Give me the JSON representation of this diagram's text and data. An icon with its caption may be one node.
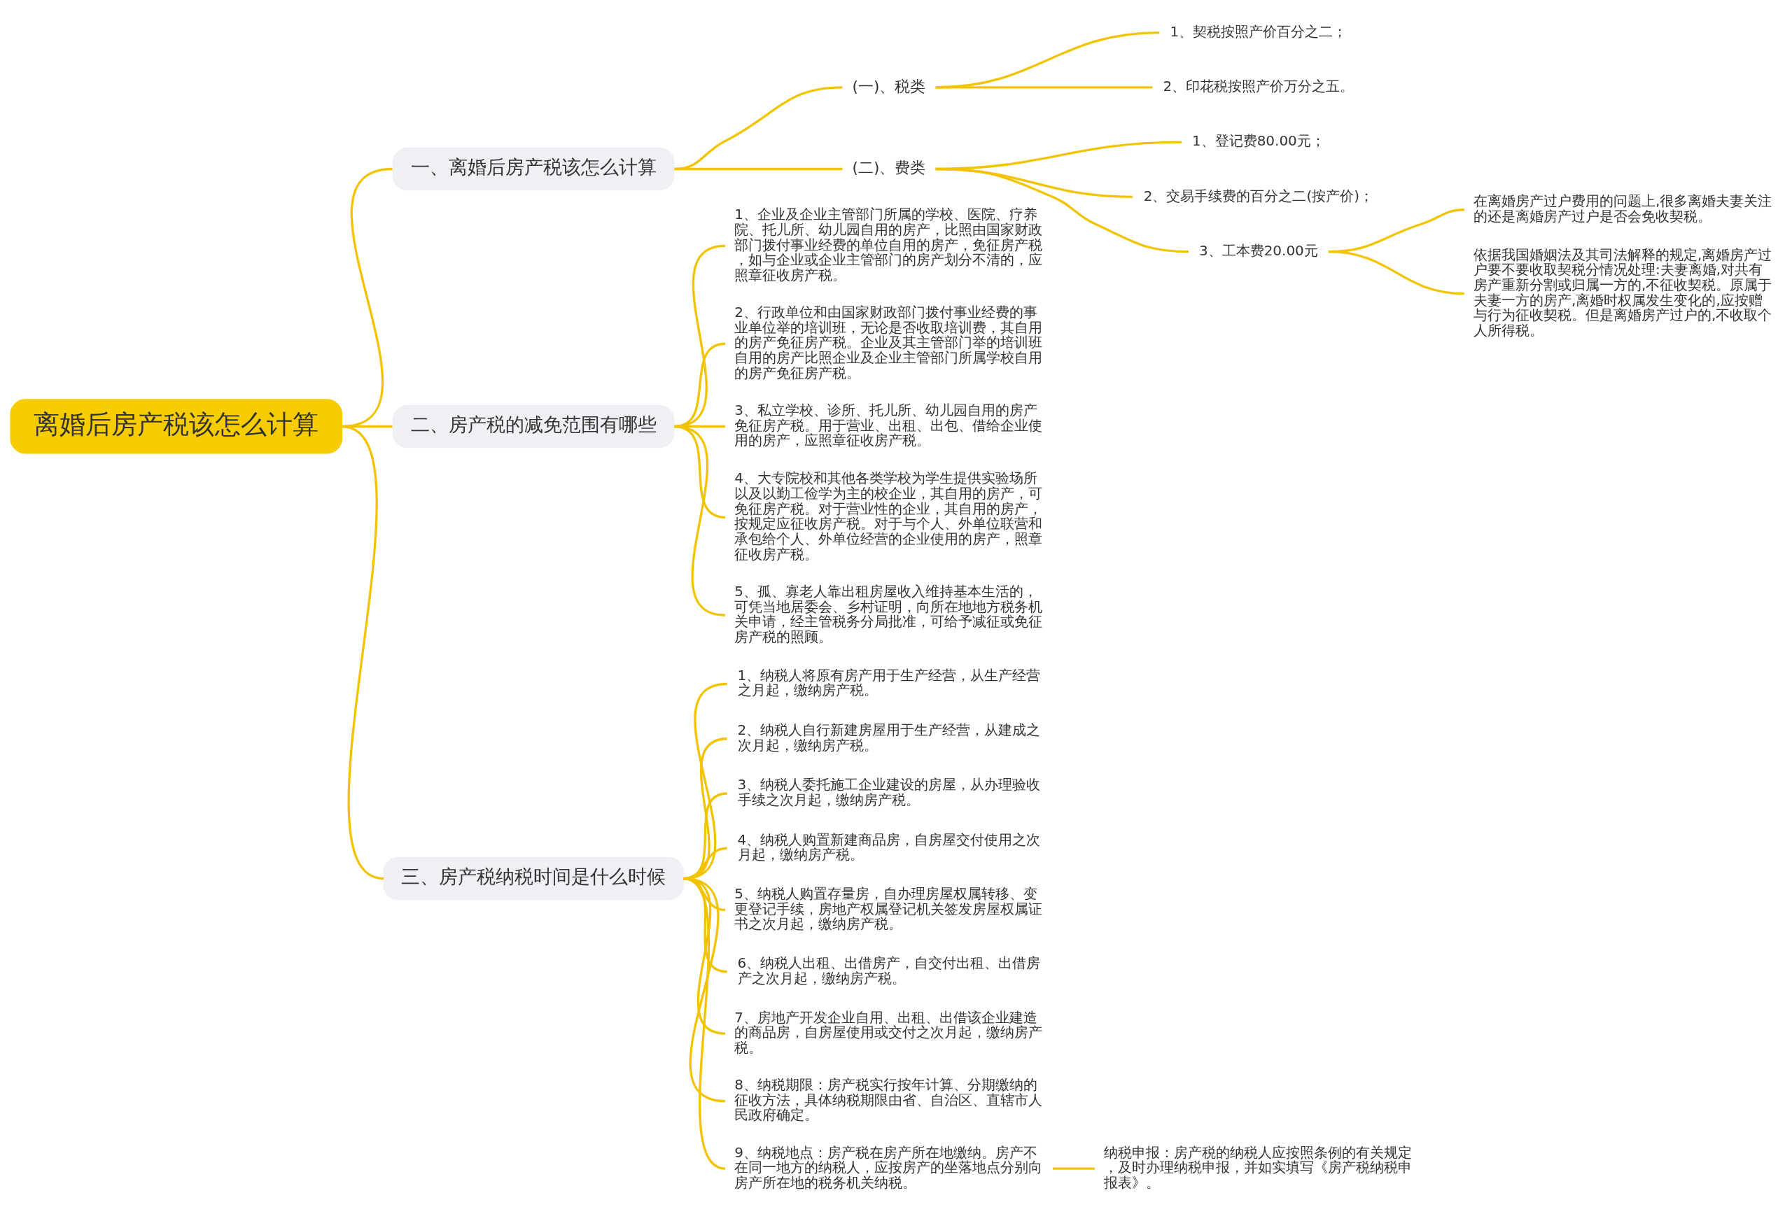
{
  "diagram": {
    "nodes": [
      {
        "text": [
          "离婚后房产税该怎么计算"
        ]
      },
      {
        "text": [
          "一、离婚后房产税该怎么计算"
        ]
      },
      {
        "text": [
          "(一)、税类"
        ]
      },
      {
        "text": [
          "1、契税按照产价百分之二；"
        ]
      },
      {
        "text": [
          "2、印花税按照产价万分之五。"
        ]
      },
      {
        "text": [
          "(二)、费类"
        ]
      },
      {
        "text": [
          "1、登记费80.00元；"
        ]
      },
      {
        "text": [
          "2、交易手续费的百分之二(按产价)；"
        ]
      },
      {
        "text": [
          "3、工本费20.00元"
        ]
      },
      {
        "text": [
          "在离婚房产过户费用的问题上,很多离婚夫妻关注的还是离婚房产过户是否会免收契税。"
        ]
      },
      {
        "text": [
          "依据我国婚姻法及其司法解释的规定,离婚房产过户要不要收取契税分情况处理:夫妻离婚,对共有房产重新分割或归属一方的,不征收契税。原属于夫妻一方的房产,离婚时权属发生变化的,应按赠与行为征收契税。但是离婚房产过户的,不收取个人所得税。"
        ]
      },
      {
        "text": [
          "二、房产税的减免范围有哪些"
        ]
      },
      {
        "text": [
          "1、企业及企业主管部门所属的学校、医院、疗养院、托儿所、幼儿园自用的房产，比照由国家财政部门拨付事业经费的单位自用的房产，免征房产税，如与企业或企业主管部门的房产划分不清的，应照章征收房产税。"
        ]
      },
      {
        "text": [
          "2、行政单位和由国家财政部门拨付事业经费的事业单位举的培训班，无论是否收取培训费，其自用的房产免征房产税。企业及其主管部门举的培训班自用的房产比照企业及企业主管部门所属学校自用的房产免征房产税。"
        ]
      },
      {
        "text": [
          "3、私立学校、诊所、托儿所、幼儿园自用的房产免征房产税。用于营业、出租、出包、借给企业使用的房产，应照章征收房产税。"
        ]
      },
      {
        "text": [
          "4、大专院校和其他各类学校为学生提供实验场所以及以勤工俭学为主的校企业，其自用的房产，可免征房产税。对于营业性的企业，其自用的房产，按规定应征收房产税。对于与个人、外单位联营和承包给个人、外单位经营的企业使用的房产，照章征收房产税。"
        ]
      },
      {
        "text": [
          "5、孤、寡老人靠出租房屋收入维持基本生活的，可凭当地居委会、乡村证明，向所在地地方税务机关申请，经主管税务分局批准，可给予减征或免征房产税的照顾。"
        ]
      },
      {
        "text": [
          "三、房产税纳税时间是什么时候"
        ]
      },
      {
        "text": [
          "1、纳税人将原有房产用于生产经营，从生产经营之月起，缴纳房产税。"
        ]
      },
      {
        "text": [
          "2、纳税人自行新建房屋用于生产经营，从建成之次月起，缴纳房产税。"
        ]
      },
      {
        "text": [
          "3、纳税人委托施工企业建设的房屋，从办理验收手续之次月起，缴纳房产税。"
        ]
      },
      {
        "text": [
          "4、纳税人购置新建商品房，自房屋交付使用之次月起，缴纳房产税。"
        ]
      },
      {
        "text": [
          "5、纳税人购置存量房，自办理房屋权属转移、变更登记手续，房地产权属登记机关签发房屋权属证书之次月起，缴纳房产税。"
        ]
      },
      {
        "text": [
          "6、纳税人出租、出借房产，自交付出租、出借房产之次月起，缴纳房产税。"
        ]
      },
      {
        "text": [
          "7、房地产开发企业自用、出租、出借该企业建造的商品房，自房屋使用或交付之次月起，缴纳房产税。"
        ]
      },
      {
        "text": [
          "8、纳税期限：房产税实行按年计算、分期缴纳的征收方法，具体纳税期限由省、自治区、直辖市人民政府确定。"
        ]
      },
      {
        "text": [
          "9、纳税地点：房产税在房产所在地缴纳。房产不在同一地方的纳税人，应按房产的坐落地点分别向房产所在地的税务机关纳税。"
        ]
      },
      {
        "text": [
          "纳税申报：房产税的纳税人应按照条例的有关规定，及时办理纳税申报，并如实填写《房产税纳税申报表》。"
        ]
      }
    ],
    "edges": [
      {
        "from": 0,
        "to": 1,
        "arrow": "none"
      },
      {
        "from": 1,
        "to": 2,
        "arrow": "none"
      },
      {
        "from": 2,
        "to": 3,
        "arrow": "none"
      },
      {
        "from": 2,
        "to": 4,
        "arrow": "none"
      },
      {
        "from": 1,
        "to": 5,
        "arrow": "none"
      },
      {
        "from": 5,
        "to": 6,
        "arrow": "none"
      },
      {
        "from": 5,
        "to": 7,
        "arrow": "none"
      },
      {
        "from": 5,
        "to": 8,
        "arrow": "none"
      },
      {
        "from": 8,
        "to": 9,
        "arrow": "none"
      },
      {
        "from": 8,
        "to": 10,
        "arrow": "none"
      },
      {
        "from": 0,
        "to": 11,
        "arrow": "none"
      },
      {
        "from": 11,
        "to": 12,
        "arrow": "none"
      },
      {
        "from": 11,
        "to": 13,
        "arrow": "none"
      },
      {
        "from": 11,
        "to": 14,
        "arrow": "none"
      },
      {
        "from": 11,
        "to": 15,
        "arrow": "none"
      },
      {
        "from": 11,
        "to": 16,
        "arrow": "none"
      },
      {
        "from": 0,
        "to": 17,
        "arrow": "none"
      },
      {
        "from": 17,
        "to": 18,
        "arrow": "none"
      },
      {
        "from": 17,
        "to": 19,
        "arrow": "none"
      },
      {
        "from": 17,
        "to": 20,
        "arrow": "none"
      },
      {
        "from": 17,
        "to": 21,
        "arrow": "none"
      },
      {
        "from": 17,
        "to": 22,
        "arrow": "none"
      },
      {
        "from": 17,
        "to": 23,
        "arrow": "none"
      },
      {
        "from": 17,
        "to": 24,
        "arrow": "none"
      },
      {
        "from": 17,
        "to": 25,
        "arrow": "none"
      },
      {
        "from": 17,
        "to": 26,
        "arrow": "none"
      },
      {
        "from": 26,
        "to": 27,
        "arrow": "none"
      }
    ]
  }
}
